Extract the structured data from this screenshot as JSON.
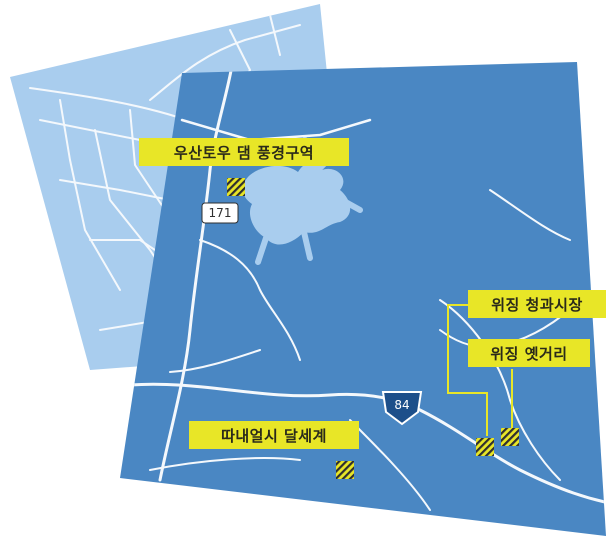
{
  "colors": {
    "back_sheet": "#a9cdee",
    "front_sheet": "#4a87c3",
    "road": "#f4f8fc",
    "water": "#a9cdee",
    "label_bg": "#e8e627",
    "label_text": "#2a2a1a",
    "marker_stripe": "#2f2f2f",
    "route_shield": "#1d4f8a"
  },
  "places": {
    "dam_scenic_area": {
      "label": "우산토우 댐 풍경구역",
      "marker_icon": "striped-square-marker"
    },
    "ttanaeeolsi_moon_world": {
      "label": "따내얼시 달세계",
      "marker_icon": "striped-square-marker"
    },
    "wijing_fruit_market": {
      "label": "위징 청과시장",
      "marker_icon": "striped-square-marker"
    },
    "wijing_old_street": {
      "label": "위징 옛거리",
      "marker_icon": "striped-square-marker"
    }
  },
  "routes": {
    "provincial": {
      "number": "171",
      "icon": "provincial-road-shield-icon"
    },
    "expressway": {
      "number": "84",
      "icon": "expressway-shield-icon"
    }
  }
}
